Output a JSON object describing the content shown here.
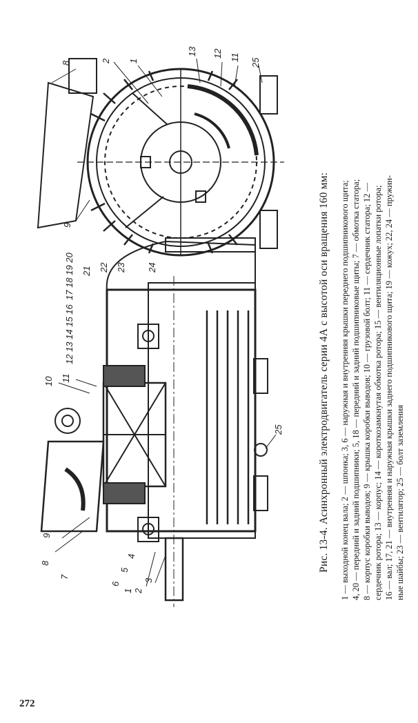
{
  "page": {
    "number": "272",
    "caption": "Рис. 13-4. Асинхронный электродвигатель серии 4А с высотой оси вращения 160 мм:",
    "legend_lines": [
      "1 — выходной конец вала; 2 — шпонка; 3, 6 — наружная и внутренняя крышки переднего подшипникового щита;",
      "4, 20 — передний и задний подшипники; 5, 18 — передний и задний подшипниковые щиты; 7 — обмотка статора;",
      "8 — корпус коробки выводов; 9 — крышка коробки выводов; 10 — грузовой болт; 11 — сердечник статора; 12 —",
      "сердечник ротора; 13 — корпус; 14 — короткозамкнутая обмотка ротора; 15 — вентиляционные лопатки ротора;",
      "16 — вал; 17, 21 — внутренняя и наружная крышки заднего подшипникового щита; 19 — кожух; 22, 24 — пружин-",
      "ные шайбы; 23 — вентилятор; 25 — болт заземления"
    ]
  },
  "figure": {
    "side_view_labels": [
      "1",
      "2",
      "3",
      "4",
      "5",
      "6",
      "7",
      "8",
      "9",
      "10",
      "11",
      "12",
      "13",
      "14",
      "15",
      "16",
      "17",
      "18",
      "19",
      "20",
      "21",
      "22",
      "23",
      "24",
      "25"
    ],
    "end_view_labels": [
      "8",
      "9",
      "2",
      "1",
      "13",
      "12",
      "11",
      "25"
    ]
  }
}
